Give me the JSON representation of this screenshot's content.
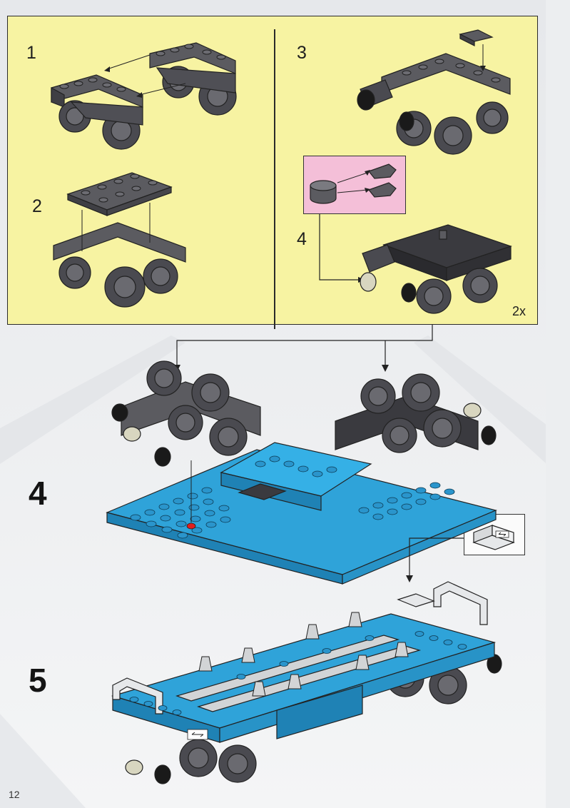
{
  "colors": {
    "panel_yellow": "#f7f3a2",
    "callout_pink": "#f4bfd8",
    "brick_blue": "#2fa3d9",
    "brick_dark_gray": "#555559",
    "brick_black": "#1a1a1a",
    "brick_light_gray": "#d2d4d6",
    "marker_red": "#e01e1e"
  },
  "sub_steps": [
    {
      "number": "1"
    },
    {
      "number": "2"
    },
    {
      "number": "3"
    },
    {
      "number": "4"
    }
  ],
  "sub_multiplier": "2x",
  "main_steps": [
    {
      "number": "4"
    },
    {
      "number": "5"
    }
  ],
  "page_number": "12"
}
